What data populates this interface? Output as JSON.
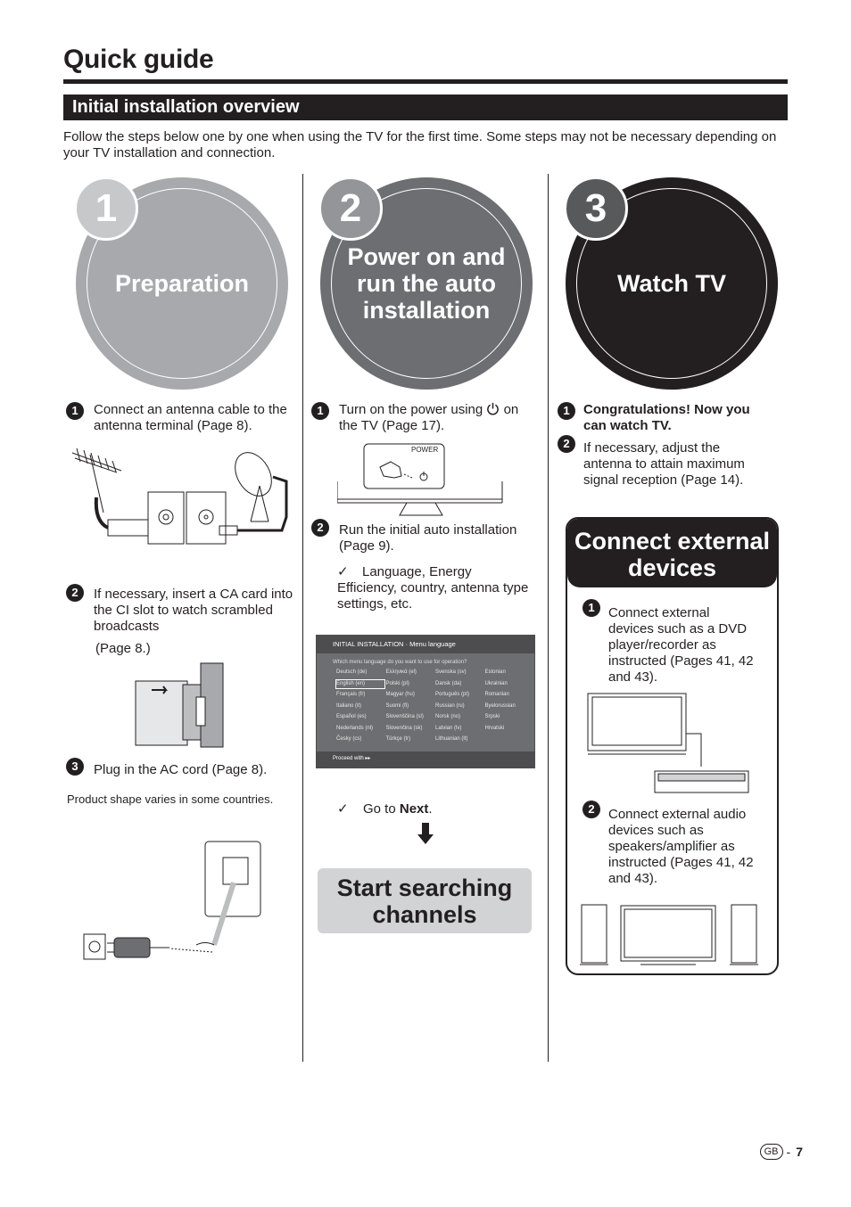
{
  "page_title": "Quick guide",
  "section_title": "Initial installation overview",
  "intro": "Follow the steps below one by one when using the TV for the first time. Some steps may not be necessary depending on your TV installation and connection.",
  "columns": [
    {
      "number": "1",
      "title": "Preparation",
      "steps": [
        {
          "num": "1",
          "text": "Connect an antenna cable to the antenna terminal (Page 8)."
        },
        {
          "num": "2",
          "text": "If necessary, insert a CA card into the CI slot to watch scrambled broadcasts"
        },
        {
          "num": "3",
          "text": "Plug in the AC cord (Page 8)."
        }
      ],
      "page_ref": "(Page 8.)",
      "note": "Product shape varies in some countries."
    },
    {
      "number": "2",
      "title": "Power on and run the auto installation",
      "steps": [
        {
          "num": "1",
          "text_before": "Turn on the power using",
          "text_after": "on the TV (Page 17)."
        },
        {
          "num": "2",
          "text": "Run the initial auto installation (Page 9)."
        }
      ],
      "power_label": "POWER",
      "checks": [
        "Language, Energy Efficiency, country, antenna type settings, etc."
      ],
      "go_to_prefix": "Go to",
      "go_to_bold": "Next",
      "go_to_suffix": ".",
      "result": "Start searching channels"
    },
    {
      "number": "3",
      "title": "Watch TV",
      "steps": [
        {
          "num": "1",
          "text": "Congratulations! Now you can watch TV."
        },
        {
          "num": "2",
          "text": "If necessary, adjust the antenna to attain maximum signal reception (Page 14)."
        }
      ],
      "connect_title": "Connect external devices",
      "connect_steps": [
        {
          "num": "1",
          "text": "Connect external devices such as a DVD player/recorder as instructed (Pages 41, 42 and 43)."
        },
        {
          "num": "2",
          "text": "Connect external audio devices such as speakers/amplifier as instructed (Pages 41, 42 and 43)."
        }
      ]
    }
  ],
  "menu_screen": {
    "header_a": "INITIAL INSTALLATION",
    "header_b": "Menu language",
    "question": "Which menu language do you want to use for operation?",
    "languages": [
      "Deutsch (de)",
      "Ελληνικά (el)",
      "Svenska (sv)",
      "Estonian",
      "English (en)",
      "Polski (pl)",
      "Dansk (da)",
      "Ukrainian",
      "Français (fr)",
      "Magyar (hu)",
      "Português (pt)",
      "Romanian",
      "Italiano (it)",
      "Suomi (fi)",
      "Russian (ru)",
      "Byelorussian",
      "Español (es)",
      "Slovenščina (sl)",
      "Norsk (no)",
      "Srpski",
      "Nederlands (nl)",
      "Slovenčina (sk)",
      "Latvian (lv)",
      "Hrvatski",
      "Česky (cs)",
      "Türkçe (tr)",
      "Lithuanian (lt)",
      ""
    ],
    "footer": "Proceed with ▸▸"
  },
  "footer": {
    "region": "GB",
    "separator": "-",
    "page": "7"
  },
  "colors": {
    "circle1": "#a7a9ac",
    "circle1_ring": "#c7c8ca",
    "circle2": "#6d6e71",
    "circle2_ring": "#939598",
    "circle3": "#231f20",
    "circle3_ring": "#58595b"
  }
}
